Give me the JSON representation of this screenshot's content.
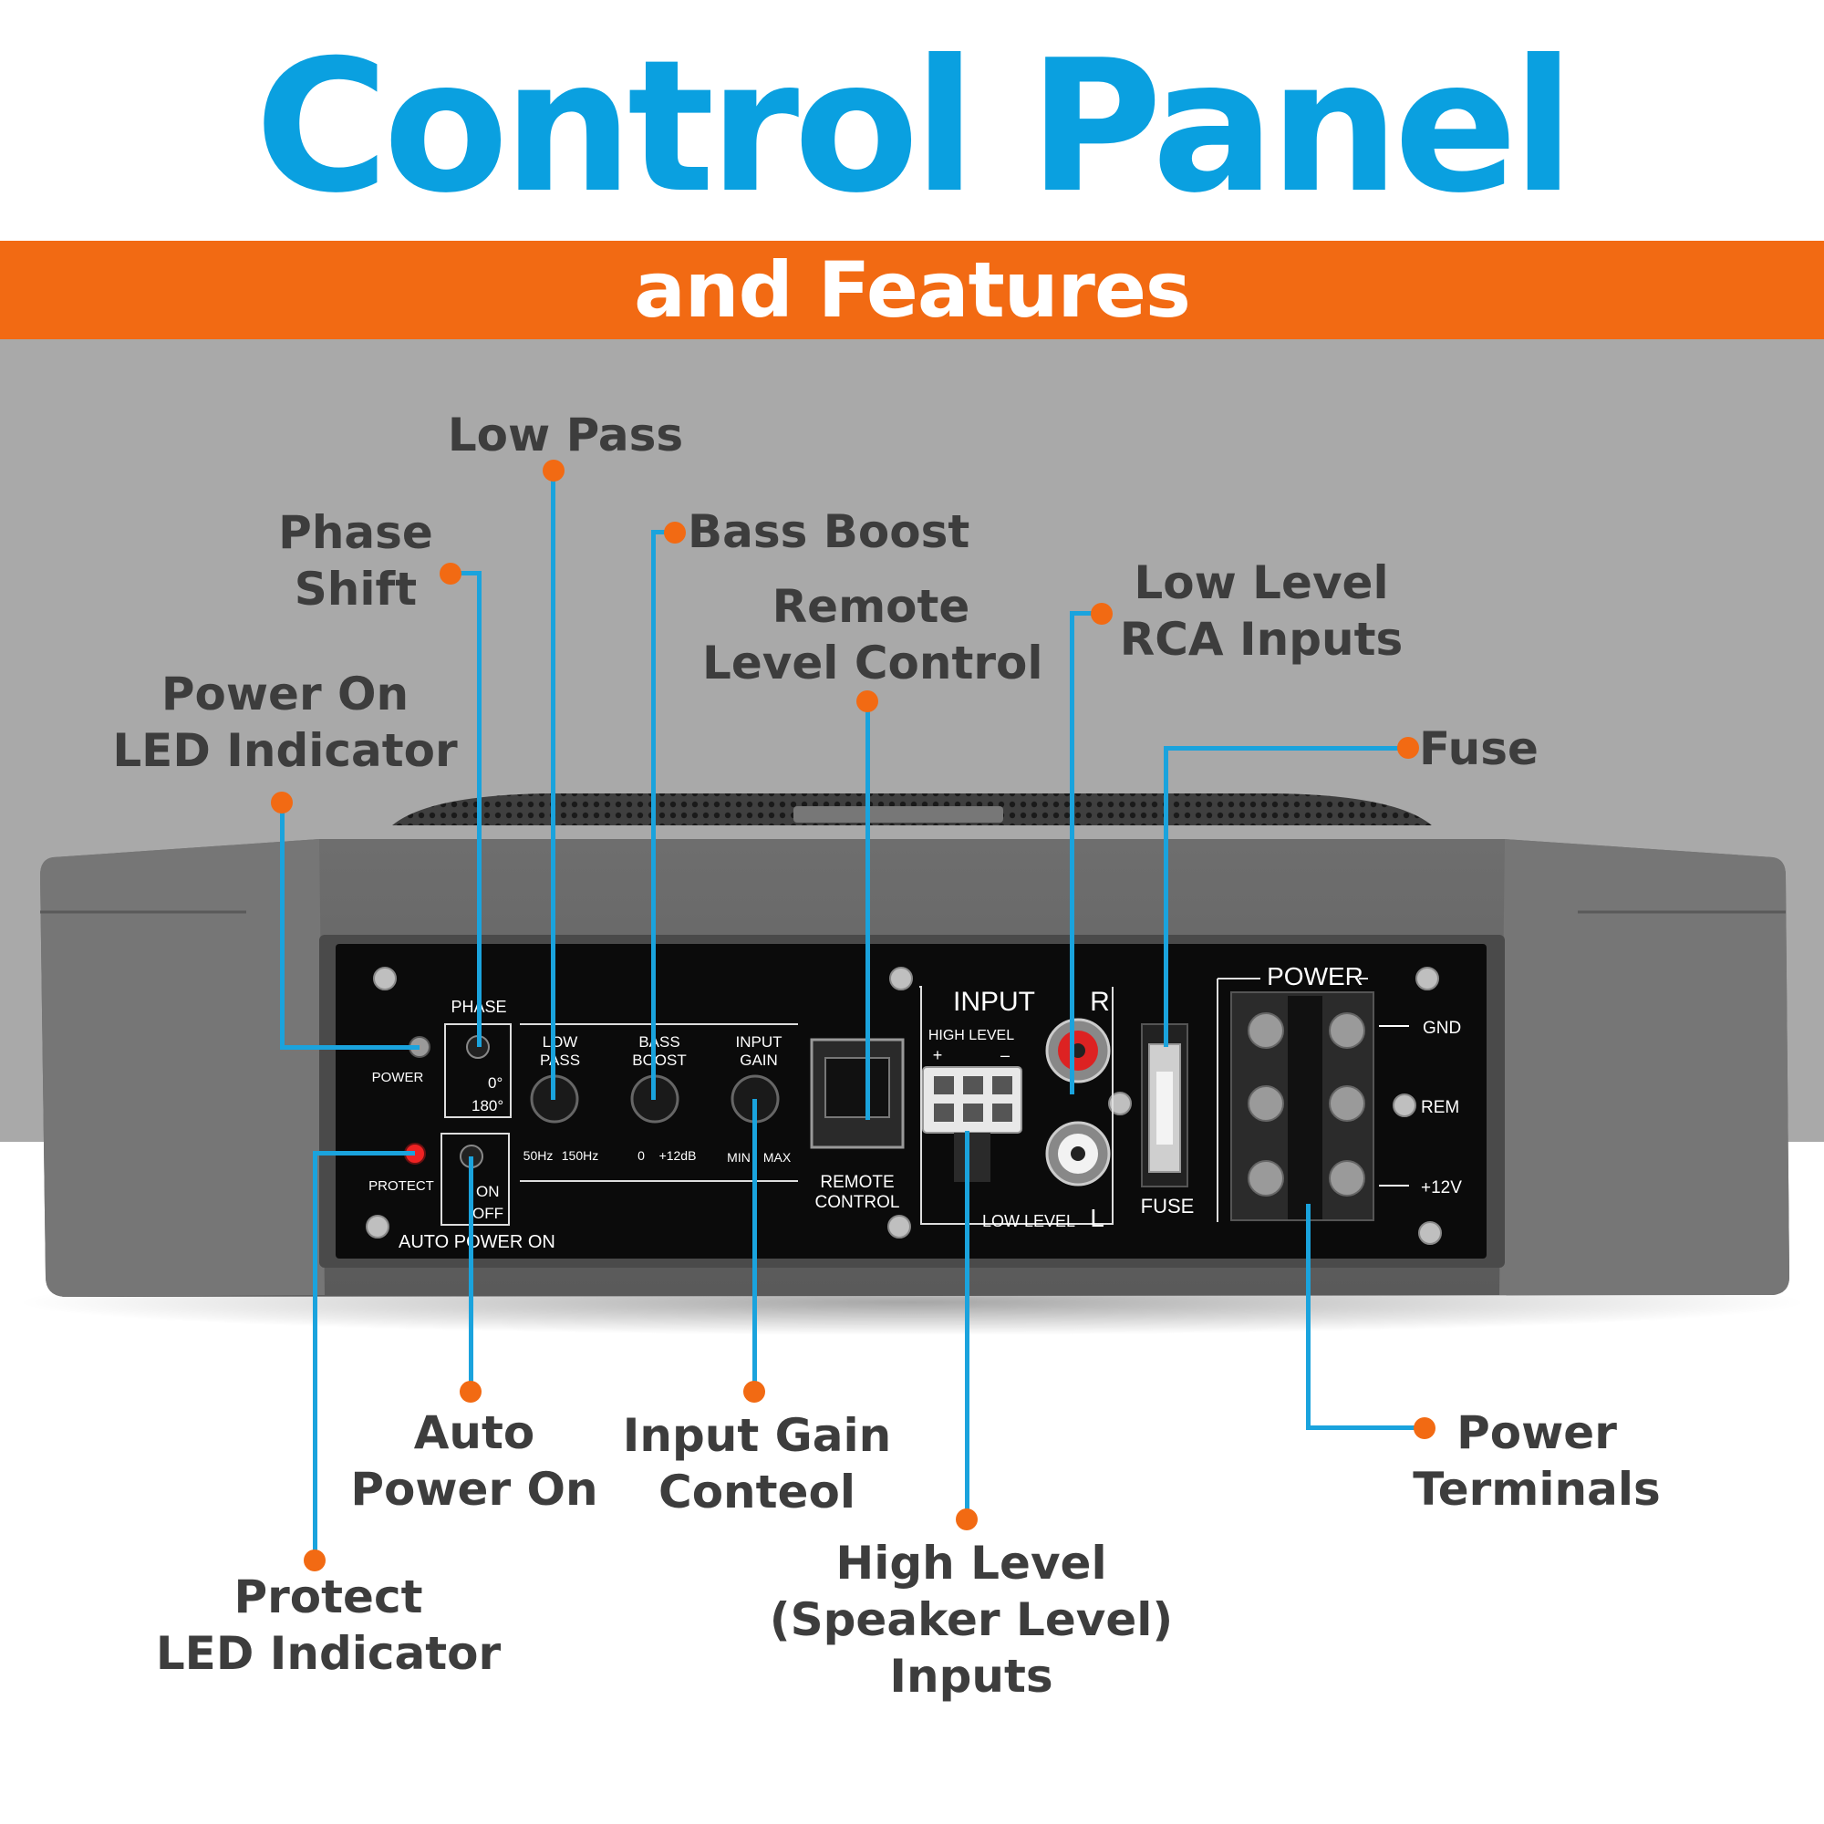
{
  "header": {
    "title": "Control Panel",
    "subtitle": "and Features"
  },
  "callouts": {
    "low_pass": "Low Pass",
    "phase_shift": [
      "Phase",
      "Shift"
    ],
    "bass_boost": "Bass Boost",
    "remote_level": [
      "Remote",
      "Level Control"
    ],
    "low_level_rca": [
      "Low Level",
      "RCA Inputs"
    ],
    "fuse": "Fuse",
    "power_led": [
      "Power On",
      "LED Indicator"
    ],
    "auto_power": [
      "Auto",
      "Power On"
    ],
    "input_gain": [
      "Input Gain",
      "Conteol"
    ],
    "power_terminals": [
      "Power",
      "Terminals"
    ],
    "protect_led": [
      "Protect",
      "LED Indicator"
    ],
    "high_level": [
      "High Level",
      "(Speaker Level)",
      "Inputs"
    ]
  },
  "panel": {
    "phase": "PHASE",
    "power": "POWER",
    "phase_0": "0°",
    "phase_180": "180°",
    "low_pass": [
      "LOW",
      "PASS"
    ],
    "low_pass_range": [
      "50Hz",
      "150Hz"
    ],
    "bass_boost": [
      "BASS",
      "BOOST"
    ],
    "bass_range": [
      "0",
      "+12dB"
    ],
    "input_gain": [
      "INPUT",
      "GAIN"
    ],
    "gain_range": [
      "MIN",
      "MAX"
    ],
    "protect": "PROTECT",
    "on": "ON",
    "off": "OFF",
    "auto_power_on": "AUTO POWER ON",
    "remote_control": [
      "REMOTE",
      "CONTROL"
    ],
    "input": "INPUT",
    "high_level": "HIGH LEVEL",
    "plus": "+",
    "minus": "–",
    "r": "R",
    "l": "L",
    "low_level": "LOW LEVEL",
    "fuse": "FUSE",
    "power_block": "POWER",
    "gnd": "GND",
    "rem": "REM",
    "v12": "+12V"
  },
  "colors": {
    "title_blue": "#0aa0e0",
    "accent_orange": "#f26a13",
    "leader_blue": "#1aa3dd",
    "label_gray": "#3d3d3d",
    "band_gray": "#a9a9a9"
  }
}
